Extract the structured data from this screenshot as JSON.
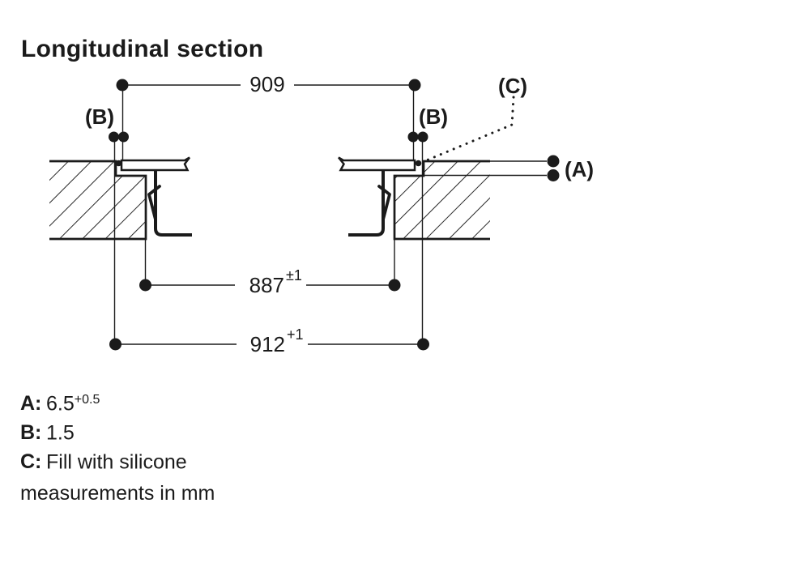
{
  "title": "Longitudinal section",
  "units_note": "measurements in mm",
  "colors": {
    "ink": "#1b1b1b",
    "background": "#ffffff"
  },
  "dimensions": {
    "top_width": {
      "value": "909",
      "tolerance": ""
    },
    "cutout_width": {
      "value": "887",
      "tolerance": "±1"
    },
    "recess_width": {
      "value": "912",
      "tolerance": "+1"
    }
  },
  "callouts": {
    "a_label": "(A)",
    "b_left_label": "(B)",
    "b_right_label": "(B)",
    "c_label": "(C)"
  },
  "legend": [
    {
      "key": "A:",
      "value": "6.5",
      "sup": "+0.5"
    },
    {
      "key": "B:",
      "value": "1.5",
      "sup": ""
    },
    {
      "key": "C:",
      "value": "Fill with silicone",
      "sup": ""
    }
  ]
}
